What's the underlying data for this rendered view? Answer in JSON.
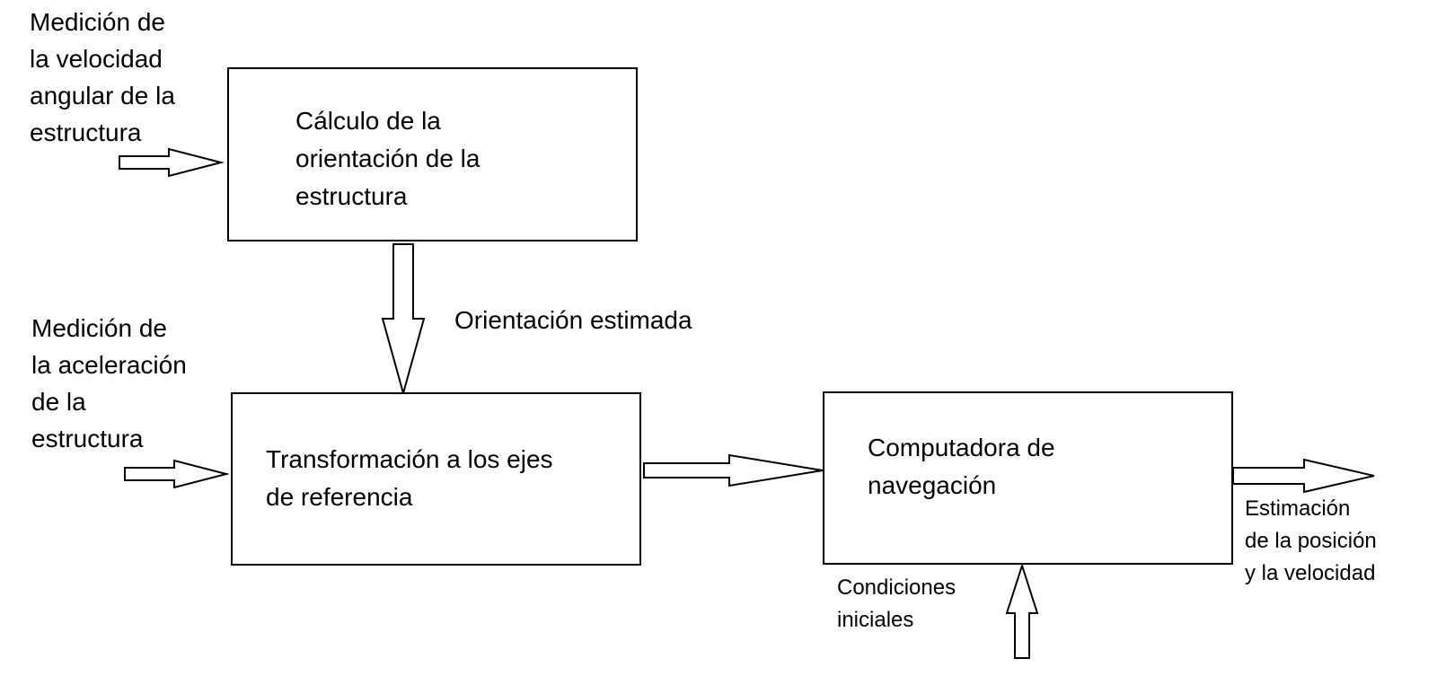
{
  "inputs": {
    "angular_velocity": "Medición de\nla velocidad\nangular de la\nestructura",
    "acceleration": "Medición de\nla aceleración\nde la\nestructura",
    "initial_conditions": "Condiciones\niniciales"
  },
  "blocks": {
    "orientation": "Cálculo de la\norientación de la\nestructura",
    "transformation": "Transformación a los ejes\nde referencia",
    "navigation": "Computadora de\nnavegación"
  },
  "signals": {
    "estimated_orientation": "Orientación estimada",
    "output": "Estimación\nde la posición\ny la velocidad"
  }
}
